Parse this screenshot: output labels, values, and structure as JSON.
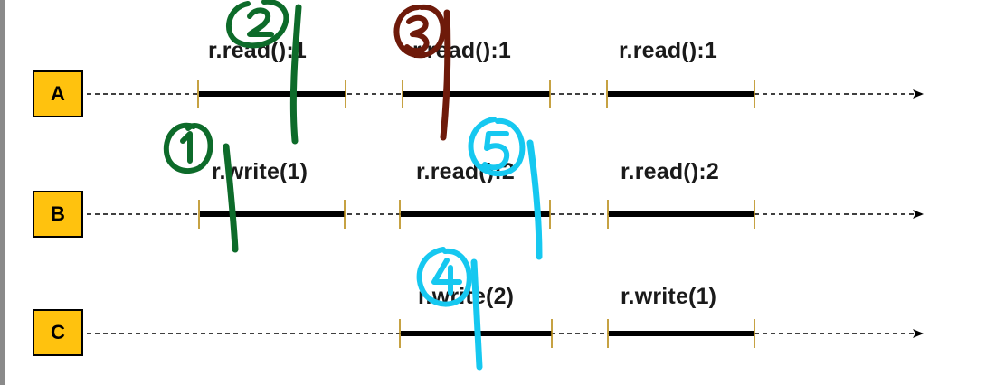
{
  "processes": [
    {
      "name": "A",
      "operations": [
        {
          "label": "r.read():1"
        },
        {
          "label": "r.read():1"
        },
        {
          "label": "r.read():1"
        }
      ]
    },
    {
      "name": "B",
      "operations": [
        {
          "label": "r.write(1)"
        },
        {
          "label": "r.read():2"
        },
        {
          "label": "r.read():2"
        }
      ]
    },
    {
      "name": "C",
      "operations": [
        {
          "label": "r.write(2)"
        },
        {
          "label": "r.write(1)"
        }
      ]
    }
  ],
  "annotations": [
    {
      "number": "1",
      "color": "#0d6b2a"
    },
    {
      "number": "2",
      "color": "#0d6b2a"
    },
    {
      "number": "3",
      "color": "#6e1a0a"
    },
    {
      "number": "4",
      "color": "#16c8f0"
    },
    {
      "number": "5",
      "color": "#16c8f0"
    }
  ],
  "colors": {
    "process_box": "#ffc20e",
    "tick": "#b88a14",
    "timeline": "#000000"
  }
}
